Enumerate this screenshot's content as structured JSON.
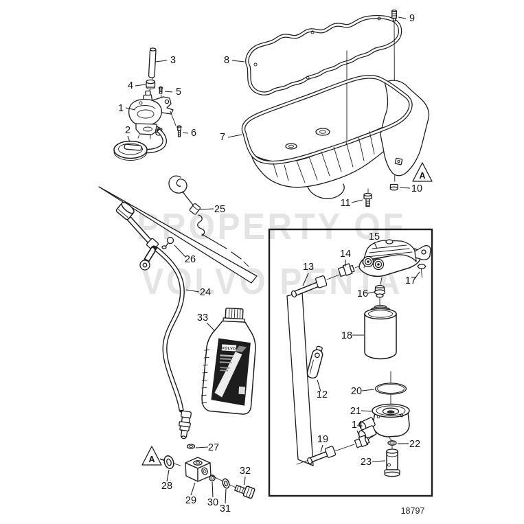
{
  "page": {
    "background_color": "#ffffff",
    "line_color": "#1c1c1c"
  },
  "watermark": {
    "line1": "PROPERTY OF",
    "line2": "VOLVO PENTA",
    "color": "#e4e4e4"
  },
  "footer": {
    "drawing_number": "18797"
  },
  "markers": {
    "triangle_note": "A"
  },
  "bottle": {
    "brand": "VOLVO"
  },
  "labels": {
    "p1": "1",
    "p2": "2",
    "p3": "3",
    "p4": "4",
    "p5": "5",
    "p6": "6",
    "p7": "7",
    "p8": "8",
    "p9": "9",
    "p10": "10",
    "p11": "11",
    "p12": "12",
    "p13": "13",
    "p14": "14",
    "p15": "15",
    "p16": "16",
    "p17": "17",
    "p18": "18",
    "p19": "19",
    "p20": "20",
    "p21": "21",
    "p22": "22",
    "p23": "23",
    "p24": "24",
    "p25": "25",
    "p26": "26",
    "p27": "27",
    "p28": "28",
    "p29": "29",
    "p30": "30",
    "p31": "31",
    "p32": "32",
    "p33": "33"
  }
}
